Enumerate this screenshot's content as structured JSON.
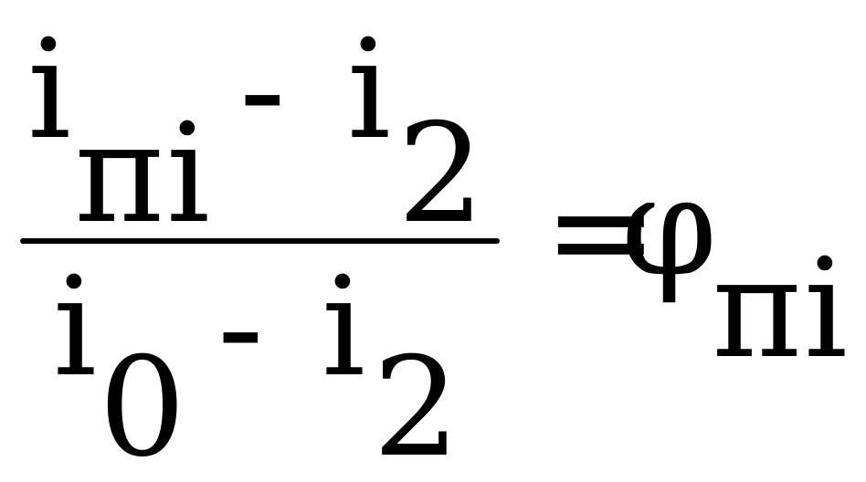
{
  "formula": {
    "numerator": {
      "term1": {
        "base": "i",
        "subscript": "пi"
      },
      "operator": "-",
      "term2": {
        "base": "i",
        "subscript": "2"
      }
    },
    "denominator": {
      "term1": {
        "base": "i",
        "subscript": "0"
      },
      "operator": "-",
      "term2": {
        "base": "i",
        "subscript": "2"
      }
    },
    "equals": "=",
    "result": {
      "base": "φ",
      "subscript": "пi"
    }
  }
}
